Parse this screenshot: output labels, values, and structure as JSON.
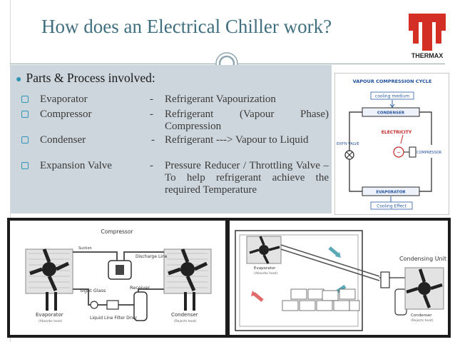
{
  "title": "How does an Electrical Chiller work?",
  "logo": {
    "text": "THERMAX",
    "color": "#d32f24"
  },
  "heading": "Parts & Process involved:",
  "accent": "#2e95b5",
  "rows": [
    {
      "part": "Evaporator",
      "dash": "-",
      "desc": "Refrigerant Vapourization"
    },
    {
      "part": "Compressor",
      "dash": "-",
      "desc": "Refrigerant (Vapour Phase) Compression"
    },
    {
      "part": "Condenser",
      "dash": "-",
      "desc": "Refrigerant ---> Vapour to Liquid"
    },
    {
      "part": "Expansion Valve",
      "dash": "-",
      "desc": "Pressure Reducer / Throttling Valve – To help refrigerant achieve the required Temperature"
    }
  ],
  "cycle": {
    "title": "VAPOUR COMPRESSION CYCLE",
    "cooling_medium": "cooling medium",
    "condenser": "CONDENSER",
    "electricity": "ELECTRICITY",
    "exp_valve": "EXP'N VALVE",
    "compressor": "COMPRESSOR",
    "evaporator": "EVAPORATOR",
    "cooling_effect": "Cooling Effect"
  },
  "photo_left": {
    "compressor": "Compressor",
    "discharge_line": "Discharge Line",
    "sight_glass": "Sight Glass",
    "receiver": "Receiver",
    "filter_drier": "Liquid Line Filter Drier",
    "evaporator": "Evaporator",
    "evaporator_sub": "(Absorbs heat)",
    "condenser": "Condenser",
    "condenser_sub": "(Rejects heat)",
    "suction": "Suction"
  },
  "photo_right": {
    "condensing_unit": "Condensing Unit",
    "evaporator": "Evaporator",
    "evaporator_sub": "(Absorbs heat)",
    "condenser": "Condenser",
    "condenser_sub": "(Rejects heat)"
  }
}
